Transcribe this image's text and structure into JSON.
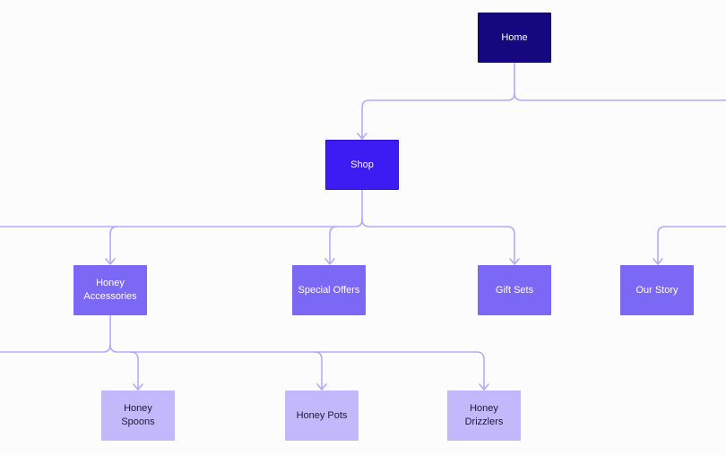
{
  "colors": {
    "background": "#fcfcfd",
    "connector": "#b6a9f8",
    "level0": "#15087f",
    "level1": "#3b1cf2",
    "level2": "#7b68f5",
    "level3": "#c2b8fb"
  },
  "nodes": {
    "home": "Home",
    "shop": "Shop",
    "honey_accessories": "Honey Accessories",
    "special_offers": "Special Offers",
    "gift_sets": "Gift Sets",
    "our_story": "Our Story",
    "honey_spoons": "Honey Spoons",
    "honey_pots": "Honey Pots",
    "honey_drizzlers": "Honey Drizzlers"
  },
  "edges": [
    [
      "home",
      "shop"
    ],
    [
      "shop",
      "honey_accessories"
    ],
    [
      "shop",
      "special_offers"
    ],
    [
      "shop",
      "gift_sets"
    ],
    [
      "honey_accessories",
      "honey_spoons"
    ],
    [
      "honey_accessories",
      "honey_pots"
    ],
    [
      "honey_accessories",
      "honey_drizzlers"
    ]
  ]
}
